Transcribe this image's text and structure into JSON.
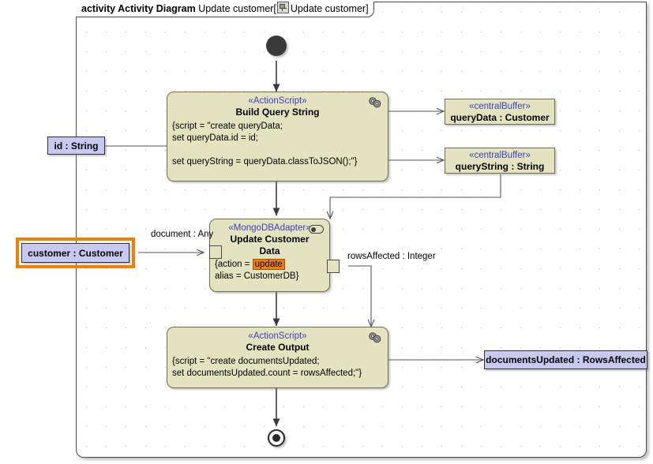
{
  "frame": {
    "keyword": "activity Activity Diagram",
    "name": "Update customer",
    "bracket_open": "[",
    "bracket_close": "]",
    "diagram_ref": "Update customer",
    "diagram_icon": "activity-diagram-icon"
  },
  "nodes": {
    "initial": {
      "name": "initial-node"
    },
    "final": {
      "name": "activity-final-node"
    },
    "build_query": {
      "stereotype": "«ActionScript»",
      "title": "Build Query String",
      "body": "{script = \"create queryData;\nset queryData.id = id;\n\nset queryString = queryData.classToJSON();\"}",
      "icon": "cogs-icon"
    },
    "update_customer": {
      "stereotype": "«MongoDBAdapter»",
      "title_line1": "Update Customer",
      "title_line2": "Data",
      "body_prefix": "{action = ",
      "body_highlight": "update",
      "body_line2": "alias = CustomerDB}",
      "icon": "adapter-pill-icon"
    },
    "create_output": {
      "stereotype": "«ActionScript»",
      "title": "Create Output",
      "body": "{script = \"create documentsUpdated;\nset documentsUpdated.count = rowsAffected;\"}",
      "icon": "cogs-icon"
    },
    "query_data_buffer": {
      "stereotype": "«centralBuffer»",
      "label": "queryData : Customer"
    },
    "query_string_buffer": {
      "stereotype": "«centralBuffer»",
      "label": "queryString : String"
    },
    "id_param": {
      "label": "id : String"
    },
    "customer_param": {
      "label": "customer : Customer",
      "selected": true
    },
    "documents_updated_param": {
      "label": "documentsUpdated : RowsAffected"
    }
  },
  "edge_labels": {
    "document_any": "document : Any",
    "rows_affected": "rowsAffected : Integer"
  },
  "colors": {
    "action_fill": "#e3e3c0",
    "action_stroke": "#6e6e52",
    "param_fill": "#c8c8f0",
    "stereotype_text": "#4040c0",
    "selection": "#f08000",
    "frame_stroke": "#4c4c4c",
    "wire": "#444444"
  }
}
